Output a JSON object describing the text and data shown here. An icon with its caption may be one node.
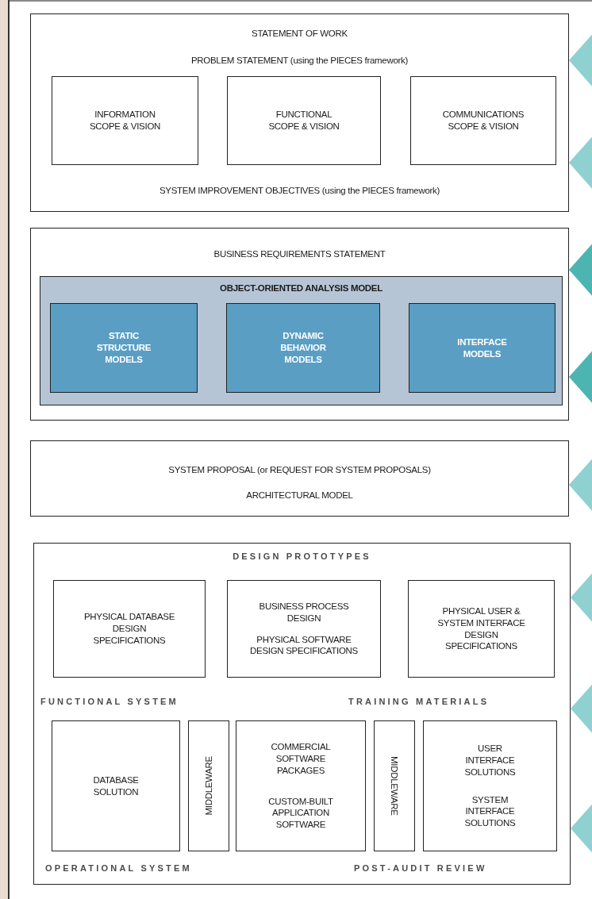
{
  "diagram": {
    "nodes": [
      {
        "text": [
          "STATEMENT OF WORK",
          "PROBLEM STATEMENT (using the PIECES framework)",
          "SYSTEM IMPROVEMENT OBJECTIVES (using the PIECES framework)"
        ]
      },
      {
        "text": [
          "INFORMATION SCOPE & VISION"
        ],
        "in": 0
      },
      {
        "text": [
          "FUNCTIONAL SCOPE & VISION"
        ],
        "in": 0
      },
      {
        "text": [
          "COMMUNICATIONS SCOPE & VISION"
        ],
        "in": 0
      },
      {
        "text": [
          "BUSINESS REQUIREMENTS STATEMENT"
        ]
      },
      {
        "text": [
          "OBJECT-ORIENTED ANALYSIS MODEL"
        ],
        "in": 4
      },
      {
        "text": [
          "STATIC STRUCTURE MODELS"
        ],
        "in": 5
      },
      {
        "text": [
          "DYNAMIC BEHAVIOR MODELS"
        ],
        "in": 5
      },
      {
        "text": [
          "INTERFACE MODELS"
        ],
        "in": 5
      },
      {
        "text": [
          "SYSTEM PROPOSAL (or REQUEST FOR SYSTEM PROPOSALS)",
          "ARCHITECTURAL MODEL"
        ]
      },
      {
        "text": [
          "DESIGN PROTOTYPES",
          "FUNCTIONAL SYSTEM",
          "TRAINING MATERIALS",
          "OPERATIONAL SYSTEM",
          "POST-AUDIT REVIEW"
        ]
      },
      {
        "text": [
          "PHYSICAL DATABASE DESIGN SPECIFICATIONS"
        ],
        "in": 10
      },
      {
        "text": [
          "BUSINESS PROCESS DESIGN",
          "PHYSICAL SOFTWARE DESIGN SPECIFICATIONS"
        ],
        "in": 10
      },
      {
        "text": [
          "PHYSICAL USER & SYSTEM INTERFACE DESIGN SPECIFICATIONS"
        ],
        "in": 10
      },
      {
        "text": [
          "DATABASE SOLUTION"
        ],
        "in": 10
      },
      {
        "text": [
          "MIDDLEWARE"
        ],
        "in": 10
      },
      {
        "text": [
          "COMMERCIAL SOFTWARE PACKAGES",
          "CUSTOM-BUILT APPLICATION SOFTWARE"
        ],
        "in": 10
      },
      {
        "text": [
          "MIDDLEWARE"
        ],
        "in": 10
      },
      {
        "text": [
          "USER INTERFACE SOLUTIONS",
          "SYSTEM INTERFACE SOLUTIONS"
        ],
        "in": 10
      }
    ],
    "edges": [
      {
        "from": null,
        "to": 0,
        "arrow": "to"
      },
      {
        "from": null,
        "to": 0,
        "arrow": "to"
      },
      {
        "from": null,
        "to": 4,
        "arrow": "to",
        "color": "#4cb5b2"
      },
      {
        "from": null,
        "to": 4,
        "arrow": "to",
        "color": "#4cb5b2"
      },
      {
        "from": null,
        "to": 9,
        "arrow": "to"
      },
      {
        "from": null,
        "to": 10,
        "arrow": "to"
      },
      {
        "from": null,
        "to": 10,
        "arrow": "to"
      },
      {
        "from": null,
        "to": 10,
        "arrow": "to"
      }
    ]
  }
}
